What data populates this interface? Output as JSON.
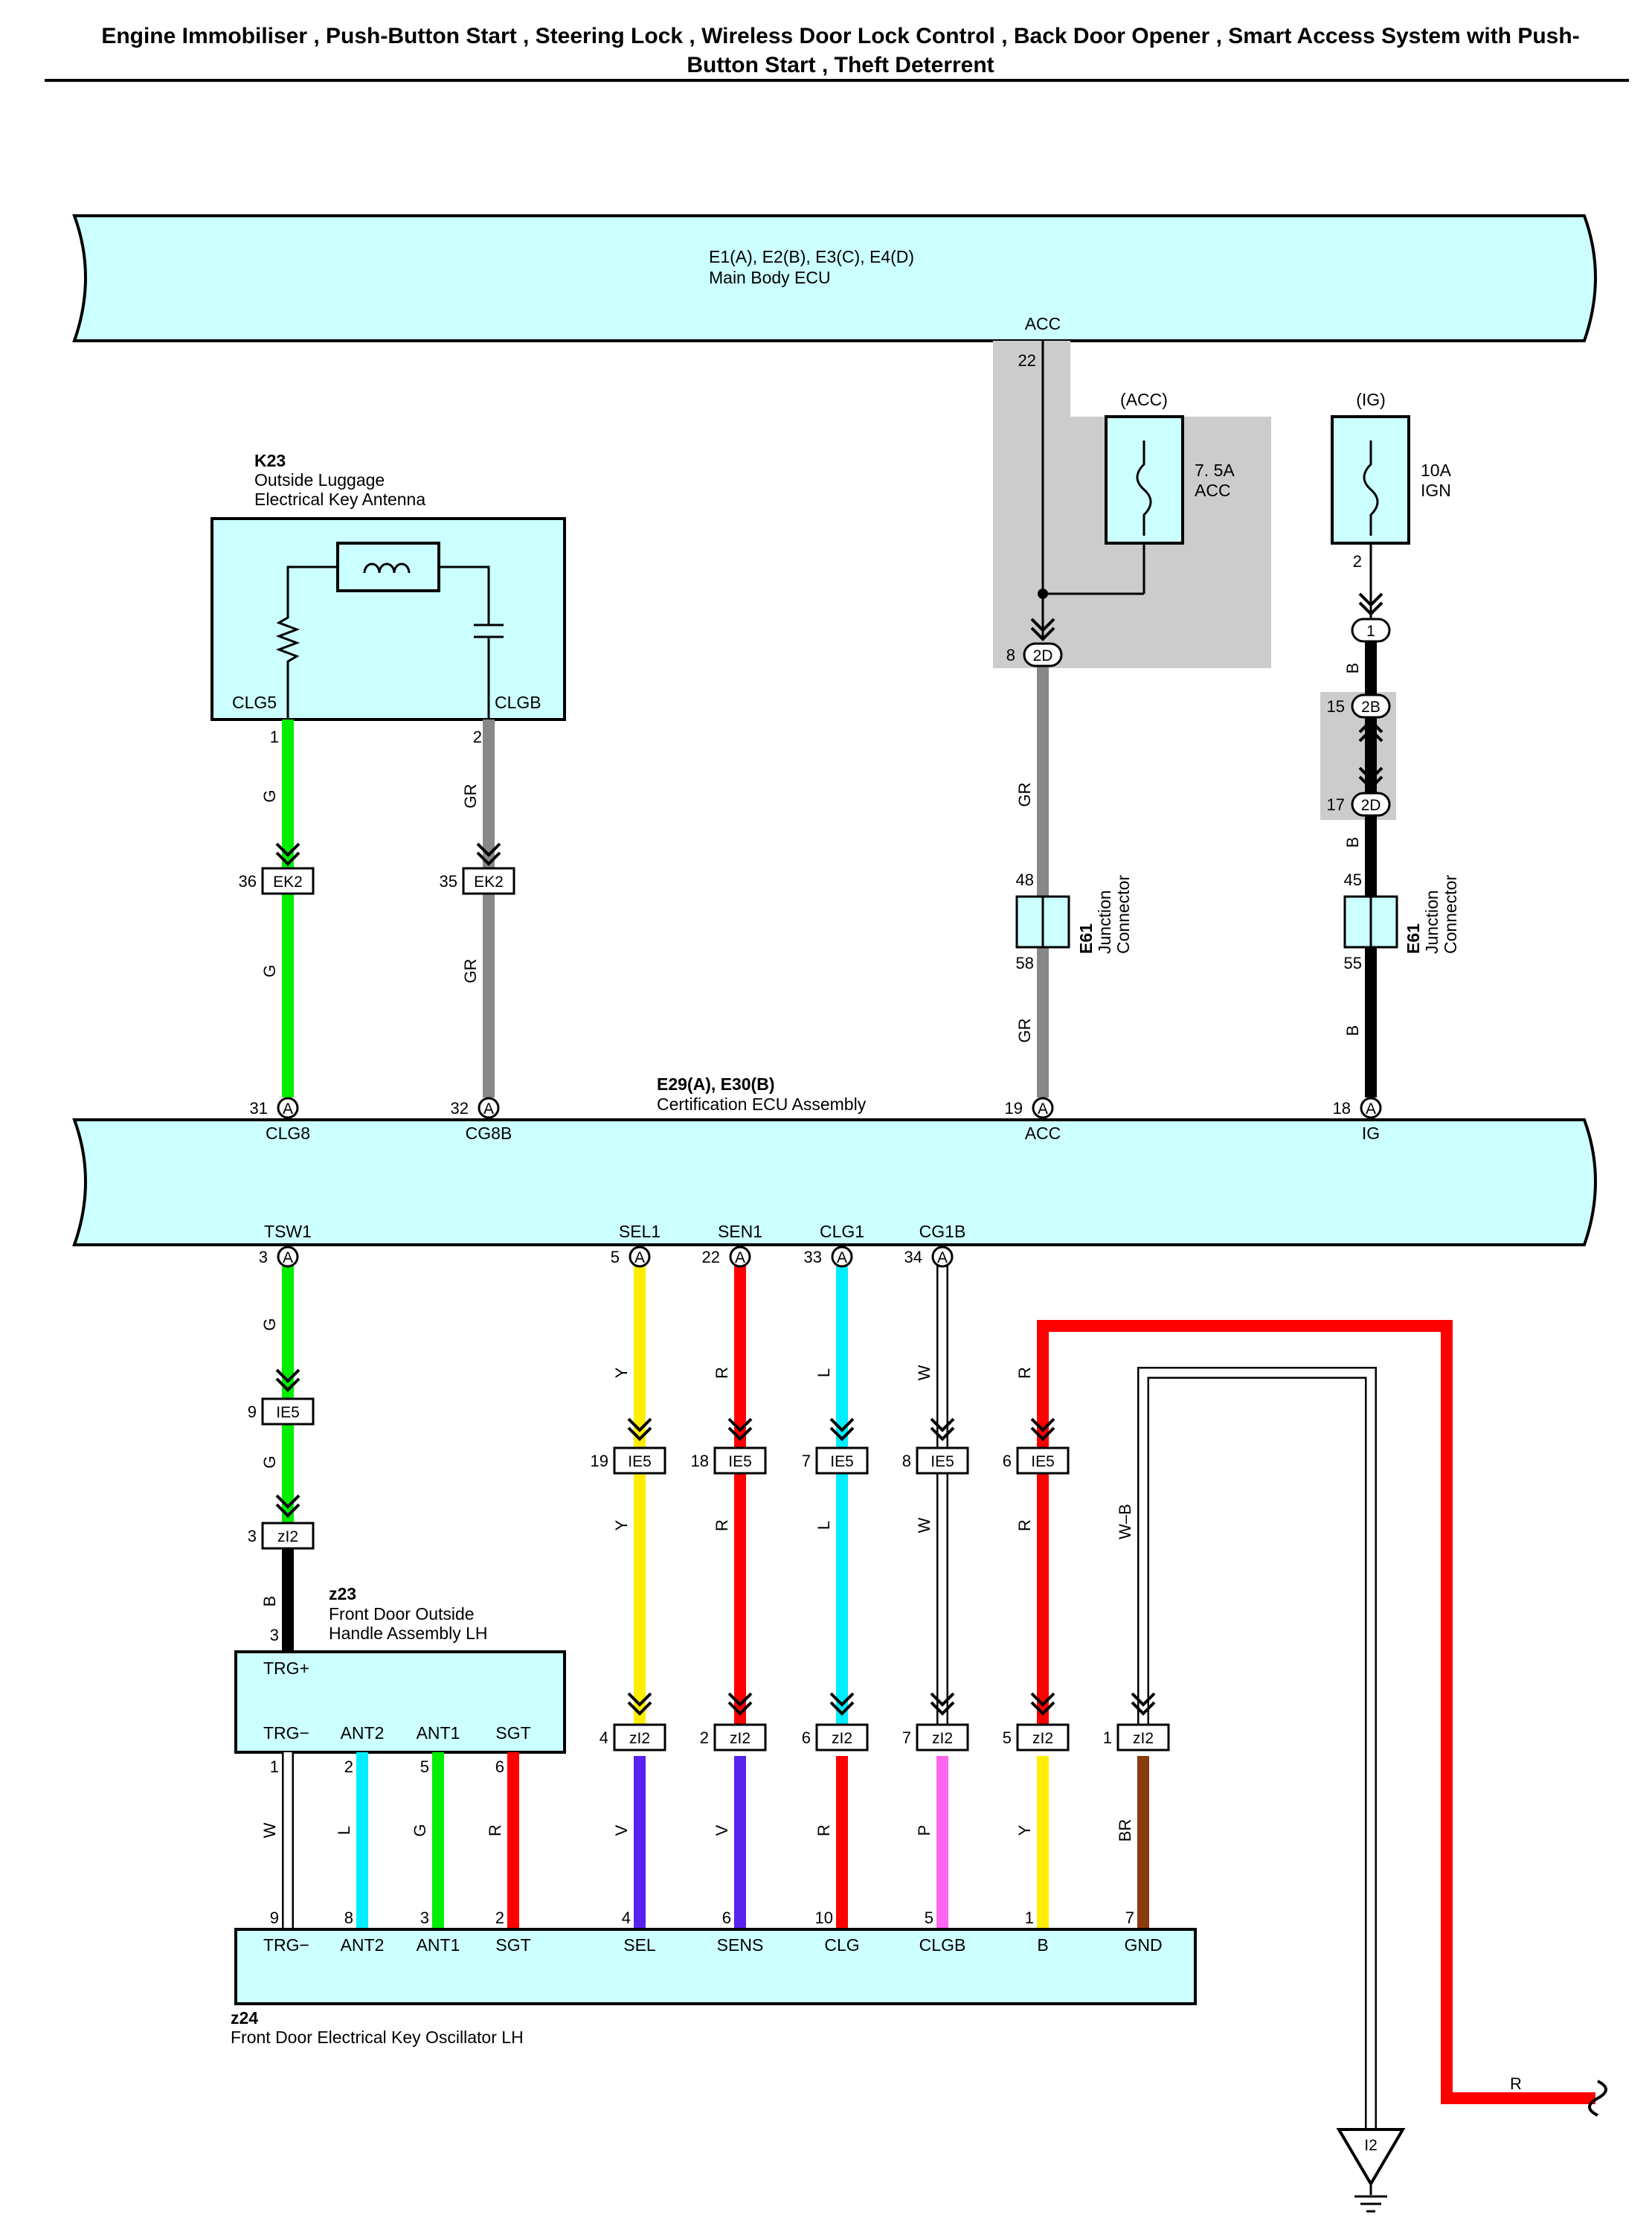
{
  "header": {
    "title_line1": "Engine Immobiliser , Push-Button Start , Steering Lock , Wireless Door Lock Control , Back Door Opener , Smart Access System with Push-",
    "title_line2": "Button Start , Theft Deterrent"
  },
  "main_body_ecu": {
    "code": "E1(A), E2(B), E3(C), E4(D)",
    "name": "Main Body ECU",
    "acc_label": "ACC",
    "acc_pin": "22"
  },
  "fuse_acc": {
    "title": "(ACC)",
    "rating": "7. 5A",
    "name": "ACC"
  },
  "fuse_ig": {
    "title": "(IG)",
    "rating": "10A",
    "name": "IGN",
    "pin": "2"
  },
  "antenna": {
    "code": "K23",
    "name_line1": "Outside Luggage",
    "name_line2": "Electrical Key Antenna",
    "pin_left": "CLG5",
    "pin_right": "CLGB",
    "pin_left_no": "1",
    "pin_right_no": "2"
  },
  "cert_ecu": {
    "code": "E29(A), E30(B)",
    "name": "Certification ECU Assembly",
    "top_pins": [
      {
        "name": "CLG8",
        "no": "31",
        "conn": "A"
      },
      {
        "name": "CG8B",
        "no": "32",
        "conn": "A"
      },
      {
        "name": "ACC",
        "no": "19",
        "conn": "A"
      },
      {
        "name": "IG",
        "no": "18",
        "conn": "A"
      }
    ],
    "bottom_pins": [
      {
        "name": "TSW1",
        "no": "3",
        "conn": "A"
      },
      {
        "name": "SEL1",
        "no": "5",
        "conn": "A"
      },
      {
        "name": "SEN1",
        "no": "22",
        "conn": "A"
      },
      {
        "name": "CLG1",
        "no": "33",
        "conn": "A"
      },
      {
        "name": "CG1B",
        "no": "34",
        "conn": "A"
      }
    ]
  },
  "junction": {
    "code": "E61",
    "name_line1": "Junction",
    "name_line2": "Connector",
    "left_in": "48",
    "left_out": "58",
    "right_in": "45",
    "right_out": "55"
  },
  "inline_connectors": {
    "jb_2d_left": {
      "label": "2D",
      "pin": "8"
    },
    "jb_1": {
      "label": "1"
    },
    "jb_2b": {
      "label": "2B",
      "pin": "15"
    },
    "jb_2d_right": {
      "label": "2D",
      "pin": "17"
    },
    "ek2_left": {
      "label": "EK2",
      "pin": "36"
    },
    "ek2_right": {
      "label": "EK2",
      "pin": "35"
    },
    "ie5": [
      {
        "label": "IE5",
        "pin": "9"
      },
      {
        "label": "IE5",
        "pin": "19"
      },
      {
        "label": "IE5",
        "pin": "18"
      },
      {
        "label": "IE5",
        "pin": "7"
      },
      {
        "label": "IE5",
        "pin": "8"
      },
      {
        "label": "IE5",
        "pin": "6"
      }
    ],
    "zi2_upper": {
      "label": "zI2",
      "pin": "3"
    },
    "zi2_row": [
      {
        "label": "zI2",
        "pin": "4"
      },
      {
        "label": "zI2",
        "pin": "2"
      },
      {
        "label": "zI2",
        "pin": "6"
      },
      {
        "label": "zI2",
        "pin": "7"
      },
      {
        "label": "zI2",
        "pin": "5"
      },
      {
        "label": "zI2",
        "pin": "1"
      }
    ]
  },
  "handle": {
    "code": "z23",
    "name_line1": "Front Door Outside",
    "name_line2": "Handle Assembly LH",
    "trg_plus": "TRG+",
    "trg_plus_pin": "3",
    "pins": [
      {
        "name": "TRG−",
        "no": "1"
      },
      {
        "name": "ANT2",
        "no": "2"
      },
      {
        "name": "ANT1",
        "no": "5"
      },
      {
        "name": "SGT",
        "no": "6"
      }
    ]
  },
  "oscillator": {
    "code": "z24",
    "name": "Front Door Electrical Key Oscillator LH",
    "pins": [
      {
        "name": "TRG−",
        "no": "9"
      },
      {
        "name": "ANT2",
        "no": "8"
      },
      {
        "name": "ANT1",
        "no": "3"
      },
      {
        "name": "SGT",
        "no": "2"
      },
      {
        "name": "SEL",
        "no": "4"
      },
      {
        "name": "SENS",
        "no": "6"
      },
      {
        "name": "CLG",
        "no": "10"
      },
      {
        "name": "CLGB",
        "no": "5"
      },
      {
        "name": "B",
        "no": "1"
      },
      {
        "name": "GND",
        "no": "7"
      }
    ]
  },
  "wire_colors": {
    "clg8": [
      "G",
      "G"
    ],
    "cg8b": [
      "GR",
      "GR"
    ],
    "acc": [
      "GR",
      "GR"
    ],
    "ig": [
      "B",
      "B",
      "B"
    ],
    "tsw1": [
      "G",
      "G",
      "B"
    ],
    "sel1": [
      "Y",
      "Y"
    ],
    "sen1": [
      "R",
      "R"
    ],
    "clg1": [
      "L",
      "L"
    ],
    "cg1b": [
      "W",
      "W"
    ],
    "b_feed": [
      "R",
      "R"
    ],
    "gnd_feed": "W–B",
    "handle_wires": [
      "W",
      "L",
      "G",
      "R"
    ],
    "osc_wires": [
      "V",
      "V",
      "R",
      "P",
      "Y",
      "BR"
    ],
    "continuation": "R"
  },
  "ground": {
    "label": "I2"
  },
  "colors": {
    "ecu_fill": "#ccffff",
    "green": "#00ee00",
    "gray": "#888888",
    "black": "#000000",
    "yellow": "#ffee00",
    "red": "#ff0000",
    "cyan": "#00eeff",
    "violet": "#5522ee",
    "pink": "#ff66ee",
    "brown": "#8b3a0e",
    "shade": "#cccccc"
  }
}
